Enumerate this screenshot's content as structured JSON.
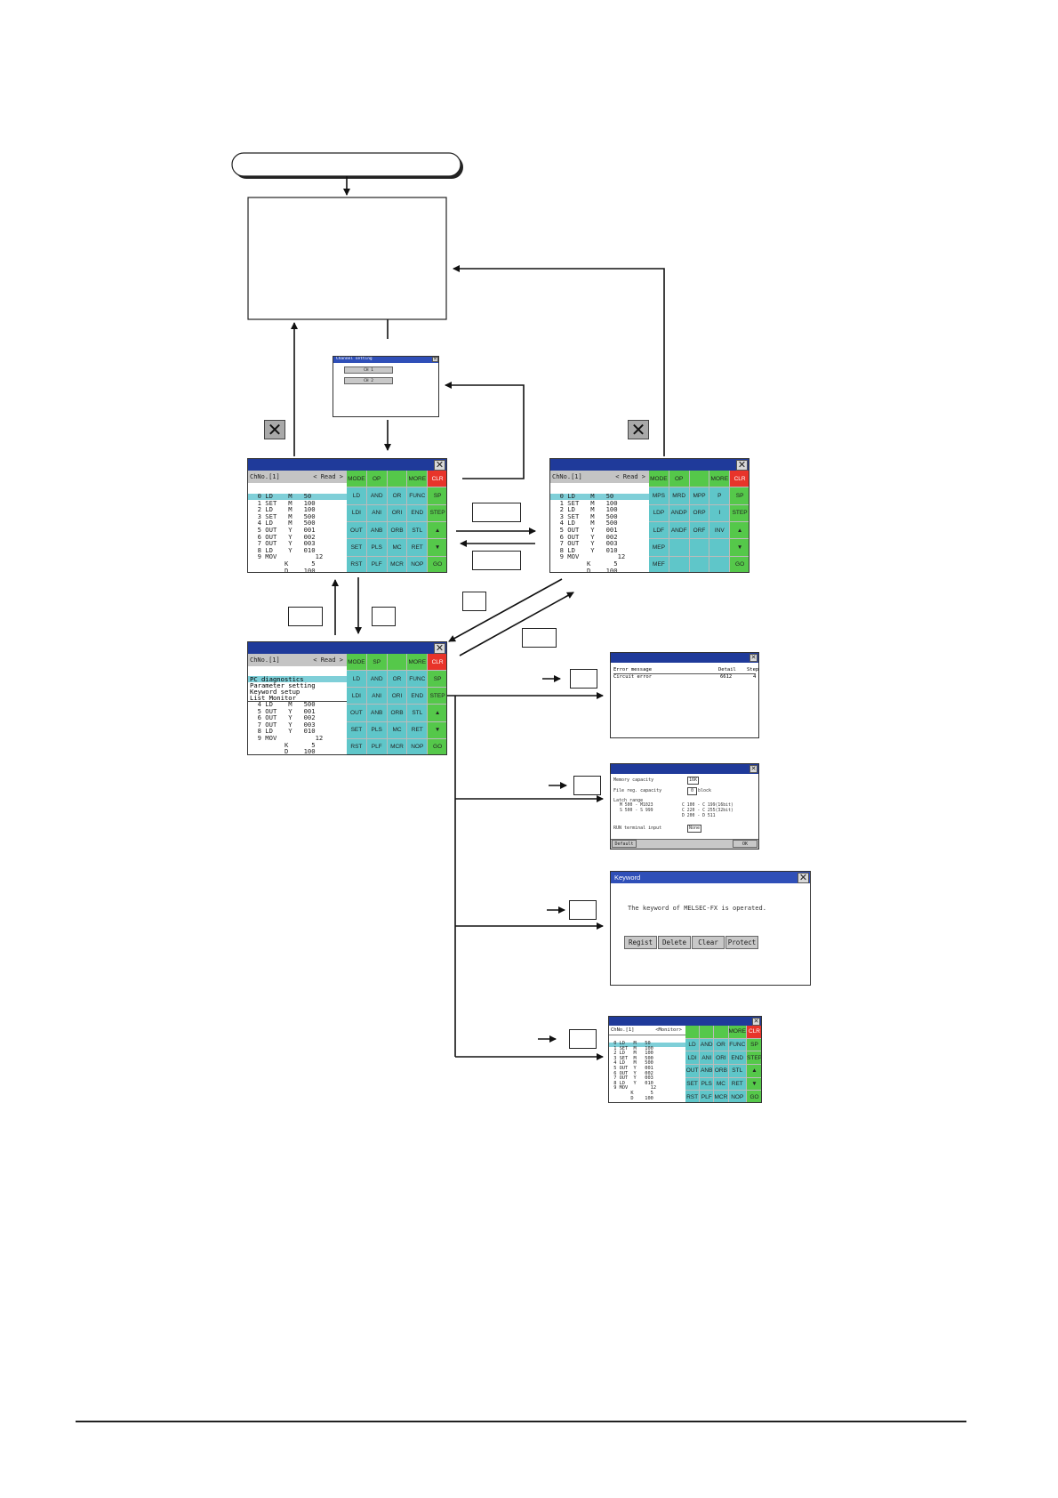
{
  "keys_editor_page1": [
    "MODE",
    "OP",
    "",
    "MORE",
    "CLR",
    "LD",
    "AND",
    "OR",
    "FUNC",
    "SP",
    "LDI",
    "ANI",
    "ORI",
    "END",
    "STEP",
    "OUT",
    "ANB",
    "ORB",
    "STL",
    "▲",
    "SET",
    "PLS",
    "MC",
    "RET",
    "▼",
    "RST",
    "PLF",
    "MCR",
    "NOP",
    "GO"
  ],
  "keys_editor_page2": [
    "MODE",
    "OP",
    "",
    "MORE",
    "CLR",
    "MPS",
    "MRD",
    "MPP",
    "P",
    "SP",
    "LDP",
    "ANDP",
    "ORP",
    "I",
    "STEP",
    "LDF",
    "ANDF",
    "ORF",
    "INV",
    "▲",
    "MEP",
    "",
    "",
    "",
    "▼",
    "MEF",
    "",
    "",
    "",
    "GO"
  ],
  "keys_mode": [
    "MODE",
    "SP",
    "",
    "MORE",
    "CLR",
    "LD",
    "AND",
    "OR",
    "FUNC",
    "SP",
    "LDI",
    "ANI",
    "ORI",
    "END",
    "STEP",
    "OUT",
    "ANB",
    "ORB",
    "STL",
    "▲",
    "SET",
    "PLS",
    "MC",
    "RET",
    "▼",
    "RST",
    "PLF",
    "MCR",
    "NOP",
    "GO"
  ],
  "keys_monitor": [
    "",
    "",
    "",
    "MORE",
    "CLR",
    "LD",
    "AND",
    "OR",
    "FUNC",
    "SP",
    "LDI",
    "ANI",
    "ORI",
    "END",
    "STEP",
    "OUT",
    "ANB",
    "ORB",
    "STL",
    "▲",
    "SET",
    "PLS",
    "MC",
    "RET",
    "▼",
    "RST",
    "PLF",
    "MCR",
    "NOP",
    "GO"
  ],
  "editor": {
    "chno": "ChNo.[1]",
    "status": "< Read >",
    "program": "  0 LD    M   50\n  1 SET   M   100\n  2 LD    M   100\n  3 SET   M   500\n  4 LD    M   500\n  5 OUT   Y   001\n  6 OUT   Y   002\n  7 OUT   Y   003\n  8 LD    Y   010\n  9 MOV          12\n         K      5\n         D    100"
  },
  "mode_menu": {
    "items": [
      "PC diagnostics",
      "Parameter setting",
      "Keyword setup",
      "List Monitor"
    ],
    "program": "  4 LD    M   500\n  5 OUT   Y   001\n  6 OUT   Y   002\n  7 OUT   Y   003\n  8 LD    Y   010\n  9 MOV          12\n         K      5\n         D    100"
  },
  "channel_dialog": {
    "title": "Channel setting",
    "btn1": "CH 1",
    "btn2": "CH 2"
  },
  "diagnostics": {
    "col1": "Error message",
    "col2": "Detail",
    "col3": "Step",
    "row_msg": "Circuit error",
    "row_detail": "6612",
    "row_step": "4"
  },
  "parameters": {
    "memory_label": "Memory capacity",
    "memory_value": "16K",
    "file_label": "File reg. capacity",
    "file_value": "0",
    "file_unit": "block",
    "latch_label": "Latch range",
    "latch_left": "M 500 - M1023\nS 500 - S 999",
    "latch_right": "C 100 - C 199(16bit)\nC 220 - C 255(32bit)\nD 200 - D 511",
    "run_label": "RUN terminal input",
    "run_value": "None",
    "default_btn": "Default",
    "ok_btn": "OK"
  },
  "keyword": {
    "title": "Keyword",
    "message": "The keyword of MELSEC-FX is operated.",
    "buttons": [
      "Regist",
      "Delete",
      "Clear",
      "Protect"
    ]
  },
  "monitor": {
    "chno": "ChNo.[1]",
    "status": "<Monitor>",
    "program": " 0 LD   M   50\n 1 SET  M   100\n 2 LD   M   100\n 3 SET  M   500\n 4 LD   M   500\n 5 OUT  Y   001\n 6 OUT  Y   002\n 7 OUT  Y   003\n 8 LD   Y   010\n 9 MOV        12\n       K      5\n       D    100"
  },
  "close_glyph": "✕"
}
